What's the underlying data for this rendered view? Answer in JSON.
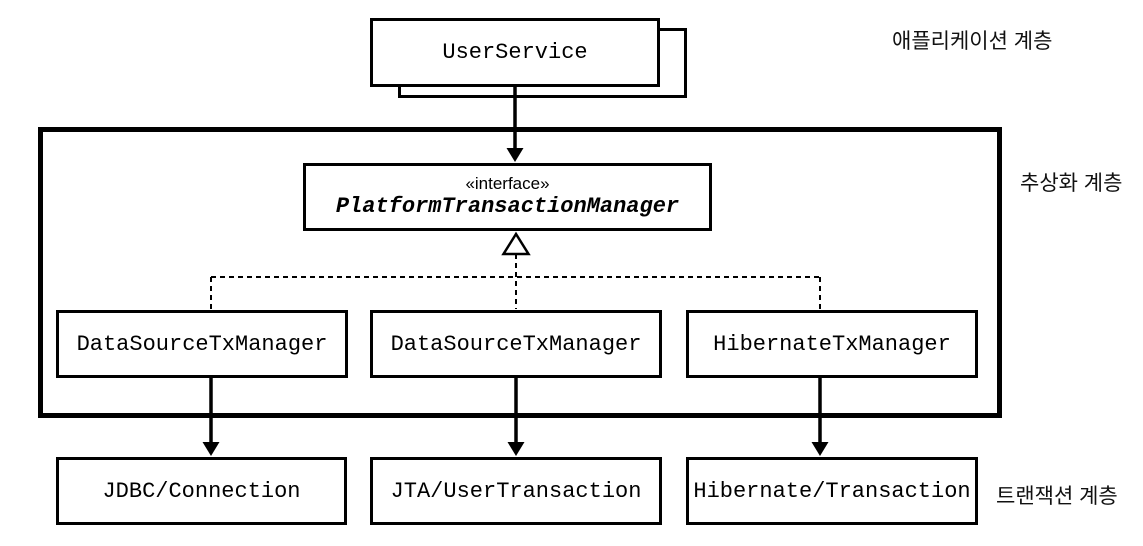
{
  "diagram": {
    "layers": {
      "application": "애플리케이션 계층",
      "abstraction": "추상화 계층",
      "transaction": "트랜잭션 계층"
    },
    "user_service": {
      "label": "UserService"
    },
    "interface": {
      "stereotype": "«interface»",
      "name": "PlatformTransactionManager"
    },
    "managers": [
      {
        "label": "DataSourceTxManager"
      },
      {
        "label": "DataSourceTxManager"
      },
      {
        "label": "HibernateTxManager"
      }
    ],
    "transaction_apis": [
      {
        "label": "JDBC/Connection"
      },
      {
        "label": "JTA/UserTransaction"
      },
      {
        "label": "Hibernate/Transaction"
      }
    ],
    "colors": {
      "line": "#000000",
      "box_fill": "#ffffff",
      "background": "#ffffff",
      "text": "#000000"
    }
  }
}
